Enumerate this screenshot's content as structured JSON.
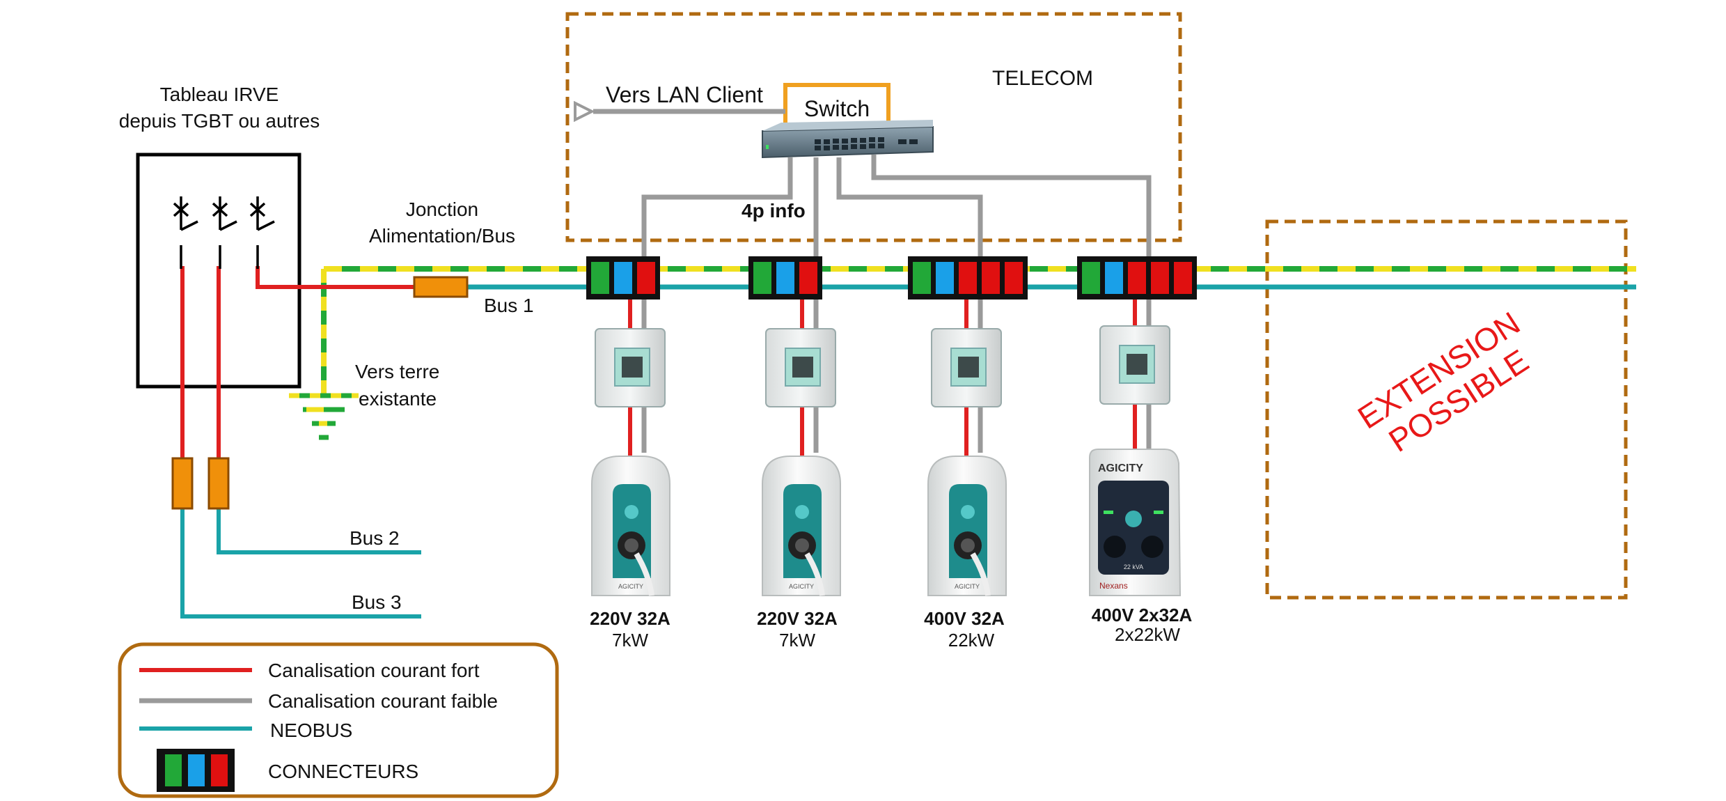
{
  "diagram": {
    "panel_title_line1": "Tableau IRVE",
    "panel_title_line2": "depuis TGBT ou autres",
    "junction_line1": "Jonction",
    "junction_line2": "Alimentation/Bus",
    "bus1_label": "Bus 1",
    "bus2_label": "Bus 2",
    "bus3_label": "Bus 3",
    "earth_line1": "Vers terre",
    "earth_line2": "existante",
    "telecom_label": "TELECOM",
    "switch_label": "Switch",
    "lan_label": "Vers LAN Client",
    "info_label": "4p info",
    "extension_line1": "EXTENSION",
    "extension_line2": "POSSIBLE",
    "stations": [
      {
        "voltage": "220V 32A",
        "power": "7kW",
        "connector_count": 3
      },
      {
        "voltage": "220V 32A",
        "power": "7kW",
        "connector_count": 3
      },
      {
        "voltage": "400V 32A",
        "power": "22kW",
        "connector_count": 5
      },
      {
        "voltage": "400V 2x32A",
        "power": "2x22kW",
        "connector_count": 5
      }
    ],
    "charger_brand_small": "AGICITY",
    "charger_brand_large": "AGICITY",
    "charger_large_power": "22 kVA",
    "charger_large_maker": "Nexans"
  },
  "legend": {
    "items": [
      {
        "label": "Canalisation courant fort",
        "color": "#e02020"
      },
      {
        "label": "Canalisation courant faible",
        "color": "#9a9a9a"
      },
      {
        "label": "NEOBUS",
        "color": "#1aa3a8"
      },
      {
        "label": "CONNECTEURS"
      }
    ]
  },
  "colors": {
    "power_line": "#e02020",
    "signal_line": "#9a9a9a",
    "neobus": "#1aa3a8",
    "earth_green": "#22a838",
    "earth_yellow": "#f0e020",
    "junction": "#f0900a",
    "frame": "#b06a10",
    "extension_text": "#e81818",
    "conn_green": "#22a838",
    "conn_blue": "#1aa0e8",
    "conn_red": "#e01010"
  }
}
